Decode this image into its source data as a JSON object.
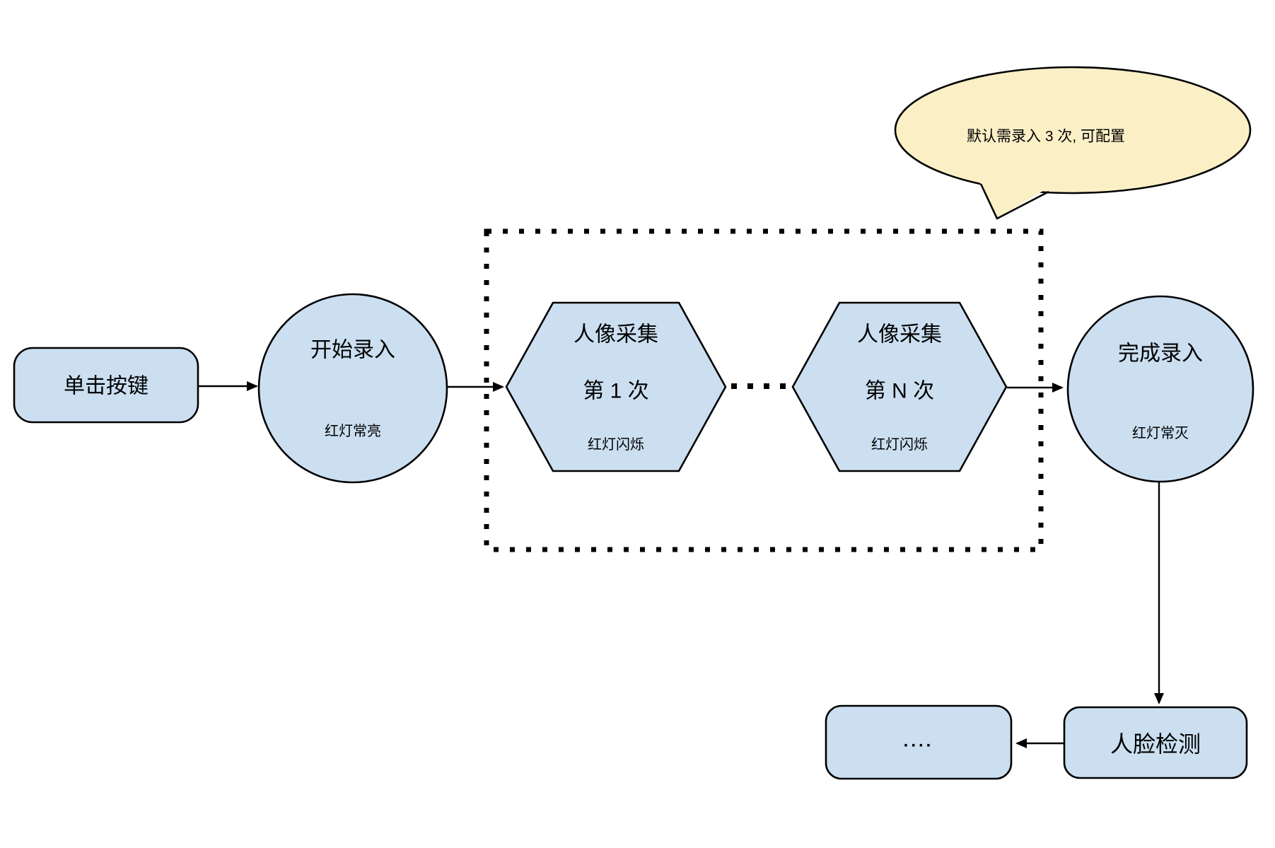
{
  "colors": {
    "node_fill": "#cbdff1",
    "node_stroke": "#000000",
    "callout_fill": "#fbefc6",
    "background": "#ffffff"
  },
  "nodes": {
    "click_button": {
      "label": "单击按键"
    },
    "start_enroll": {
      "label": "开始录入",
      "sublabel": "红灯常亮"
    },
    "capture_first": {
      "line1": "人像采集",
      "line2": "第 1 次",
      "sublabel": "红灯闪烁"
    },
    "capture_nth": {
      "line1": "人像采集",
      "line2": "第 N 次",
      "sublabel": "红灯闪烁"
    },
    "finish_enroll": {
      "label": "完成录入",
      "sublabel": "红灯常灭"
    },
    "face_detection": {
      "label": "人脸检测"
    },
    "continuation": {
      "label": "...."
    }
  },
  "callout": {
    "text": "默认需录入 3 次, 可配置"
  }
}
